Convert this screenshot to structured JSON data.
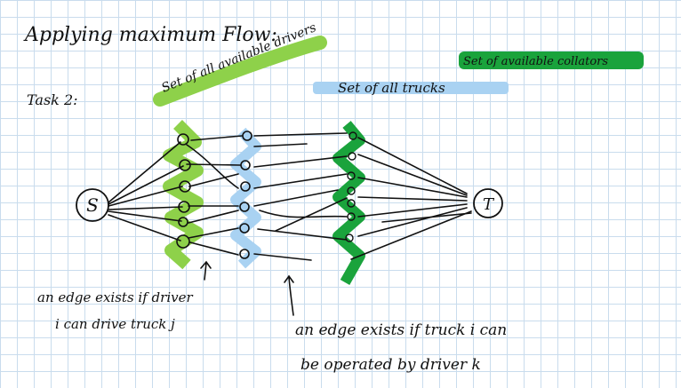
{
  "title": "Applying maximum Flow:",
  "task_label": "Task 2:",
  "labels": {
    "drivers": "Set of all available drivers",
    "trucks": "Set of all trucks",
    "collators": "Set of available collators"
  },
  "nodes": {
    "source": "S",
    "sink": "T"
  },
  "annotations": {
    "driver_truck_edge_line1": "an edge exists if driver",
    "driver_truck_edge_line2": "i can drive truck j",
    "truck_collator_edge_line1": "an edge exists if truck i can",
    "truck_collator_edge_line2": "be operated by driver k"
  },
  "colors": {
    "drivers_highlight": "#8ed14a",
    "trucks_highlight": "#a9d2f2",
    "collators_highlight": "#1aa33c",
    "ink": "#111111",
    "grid": "#c9dced"
  }
}
